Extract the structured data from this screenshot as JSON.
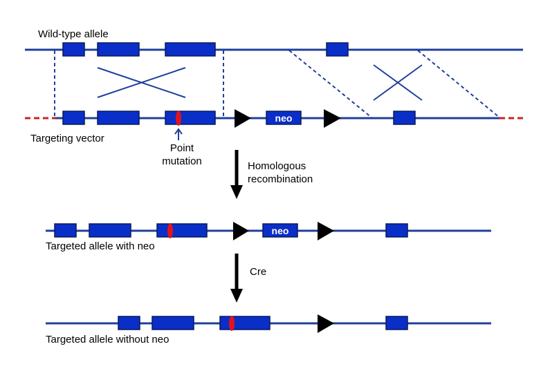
{
  "labels": {
    "wild_type": "Wild-type allele",
    "targeting_vector": "Targeting vector",
    "point_mutation_line1": "Point",
    "point_mutation_line2": "mutation",
    "homologous_line1": "Homologous",
    "homologous_line2": "recombination",
    "targeted_with_neo": "Targeted allele with neo",
    "cre": "Cre",
    "targeted_without_neo": "Targeted allele without neo",
    "neo_cassette": "neo"
  },
  "colors": {
    "dna_line": "#1f3f9b",
    "exon_fill": "#0a2ec8",
    "exon_stroke": "#0b1a5c",
    "mutation": "#e0141e",
    "vector_end": "#cc2222",
    "loxp": "#000000",
    "arrow": "#000000"
  }
}
